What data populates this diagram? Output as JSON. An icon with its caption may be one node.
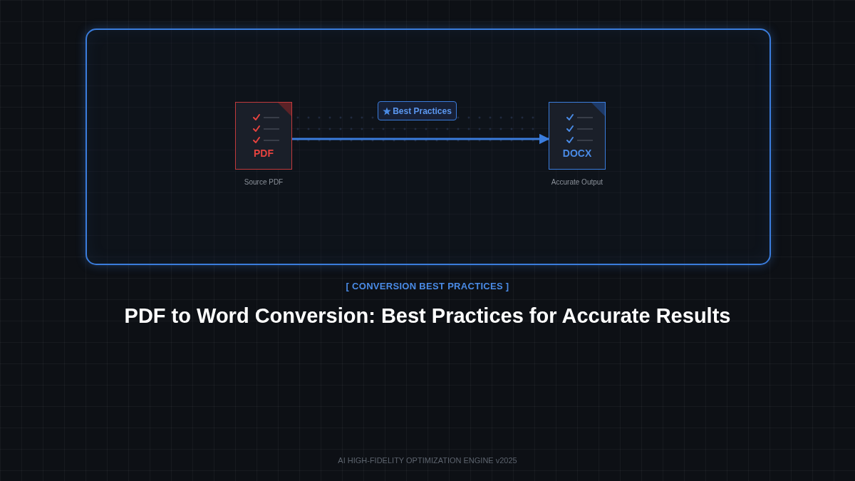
{
  "diagram": {
    "title": "PDF to Word Conversion: Best Practices for Accurate Results",
    "nodes": [
      {
        "text": [
          "PDF"
        ],
        "beside": [
          "Source PDF"
        ]
      },
      {
        "text": [
          "DOCX"
        ],
        "beside": [
          "Accurate Output"
        ]
      },
      {
        "text": [
          "Best Practices"
        ]
      }
    ],
    "edges": [
      {
        "from": 0,
        "to": 1,
        "arrow": "to"
      }
    ],
    "labels": [
      "[ CONVERSION BEST PRACTICES ]",
      "AI HIGH-FIDELITY OPTIMIZATION ENGINE v2025"
    ]
  }
}
